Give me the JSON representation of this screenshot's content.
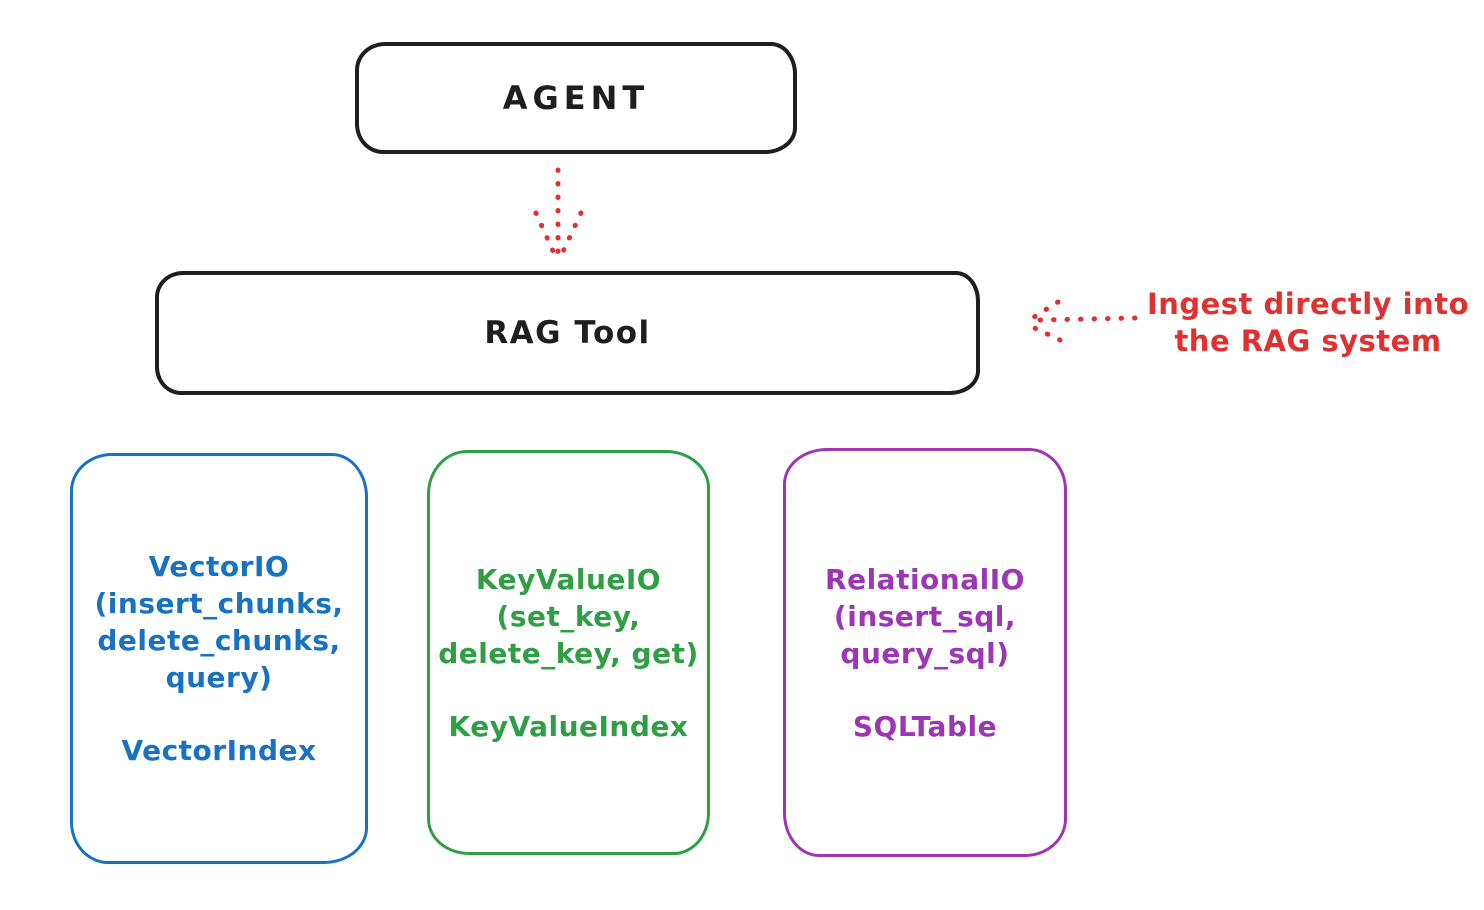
{
  "canvas": {
    "background": "#ffffff"
  },
  "agent_box": {
    "label": "AGENT",
    "stroke": "#1e1e1e"
  },
  "rag_tool_box": {
    "label": "RAG Tool",
    "stroke": "#1e1e1e"
  },
  "annotation": {
    "text_line1": "Ingest directly into",
    "text_line2": "the RAG system",
    "color": "#e03131"
  },
  "arrows": {
    "agent_to_rag": {
      "style": "dotted",
      "color": "#e03131",
      "direction": "down"
    },
    "annotation_to_rag": {
      "style": "dotted",
      "color": "#e03131",
      "direction": "left"
    }
  },
  "io_boxes": [
    {
      "name": "vector-io",
      "stroke": "#1971c2",
      "title_lines": [
        "VectorIO",
        "(insert_chunks,",
        "delete_chunks,",
        "query)"
      ],
      "index_label": "VectorIndex"
    },
    {
      "name": "keyvalue-io",
      "stroke": "#2f9e44",
      "title_lines": [
        "KeyValueIO",
        "(set_key,",
        "delete_key, get)"
      ],
      "index_label": "KeyValueIndex"
    },
    {
      "name": "relational-io",
      "stroke": "#9c36b5",
      "title_lines": [
        "RelationalIO",
        "(insert_sql,",
        "query_sql)"
      ],
      "index_label": "SQLTable"
    }
  ]
}
